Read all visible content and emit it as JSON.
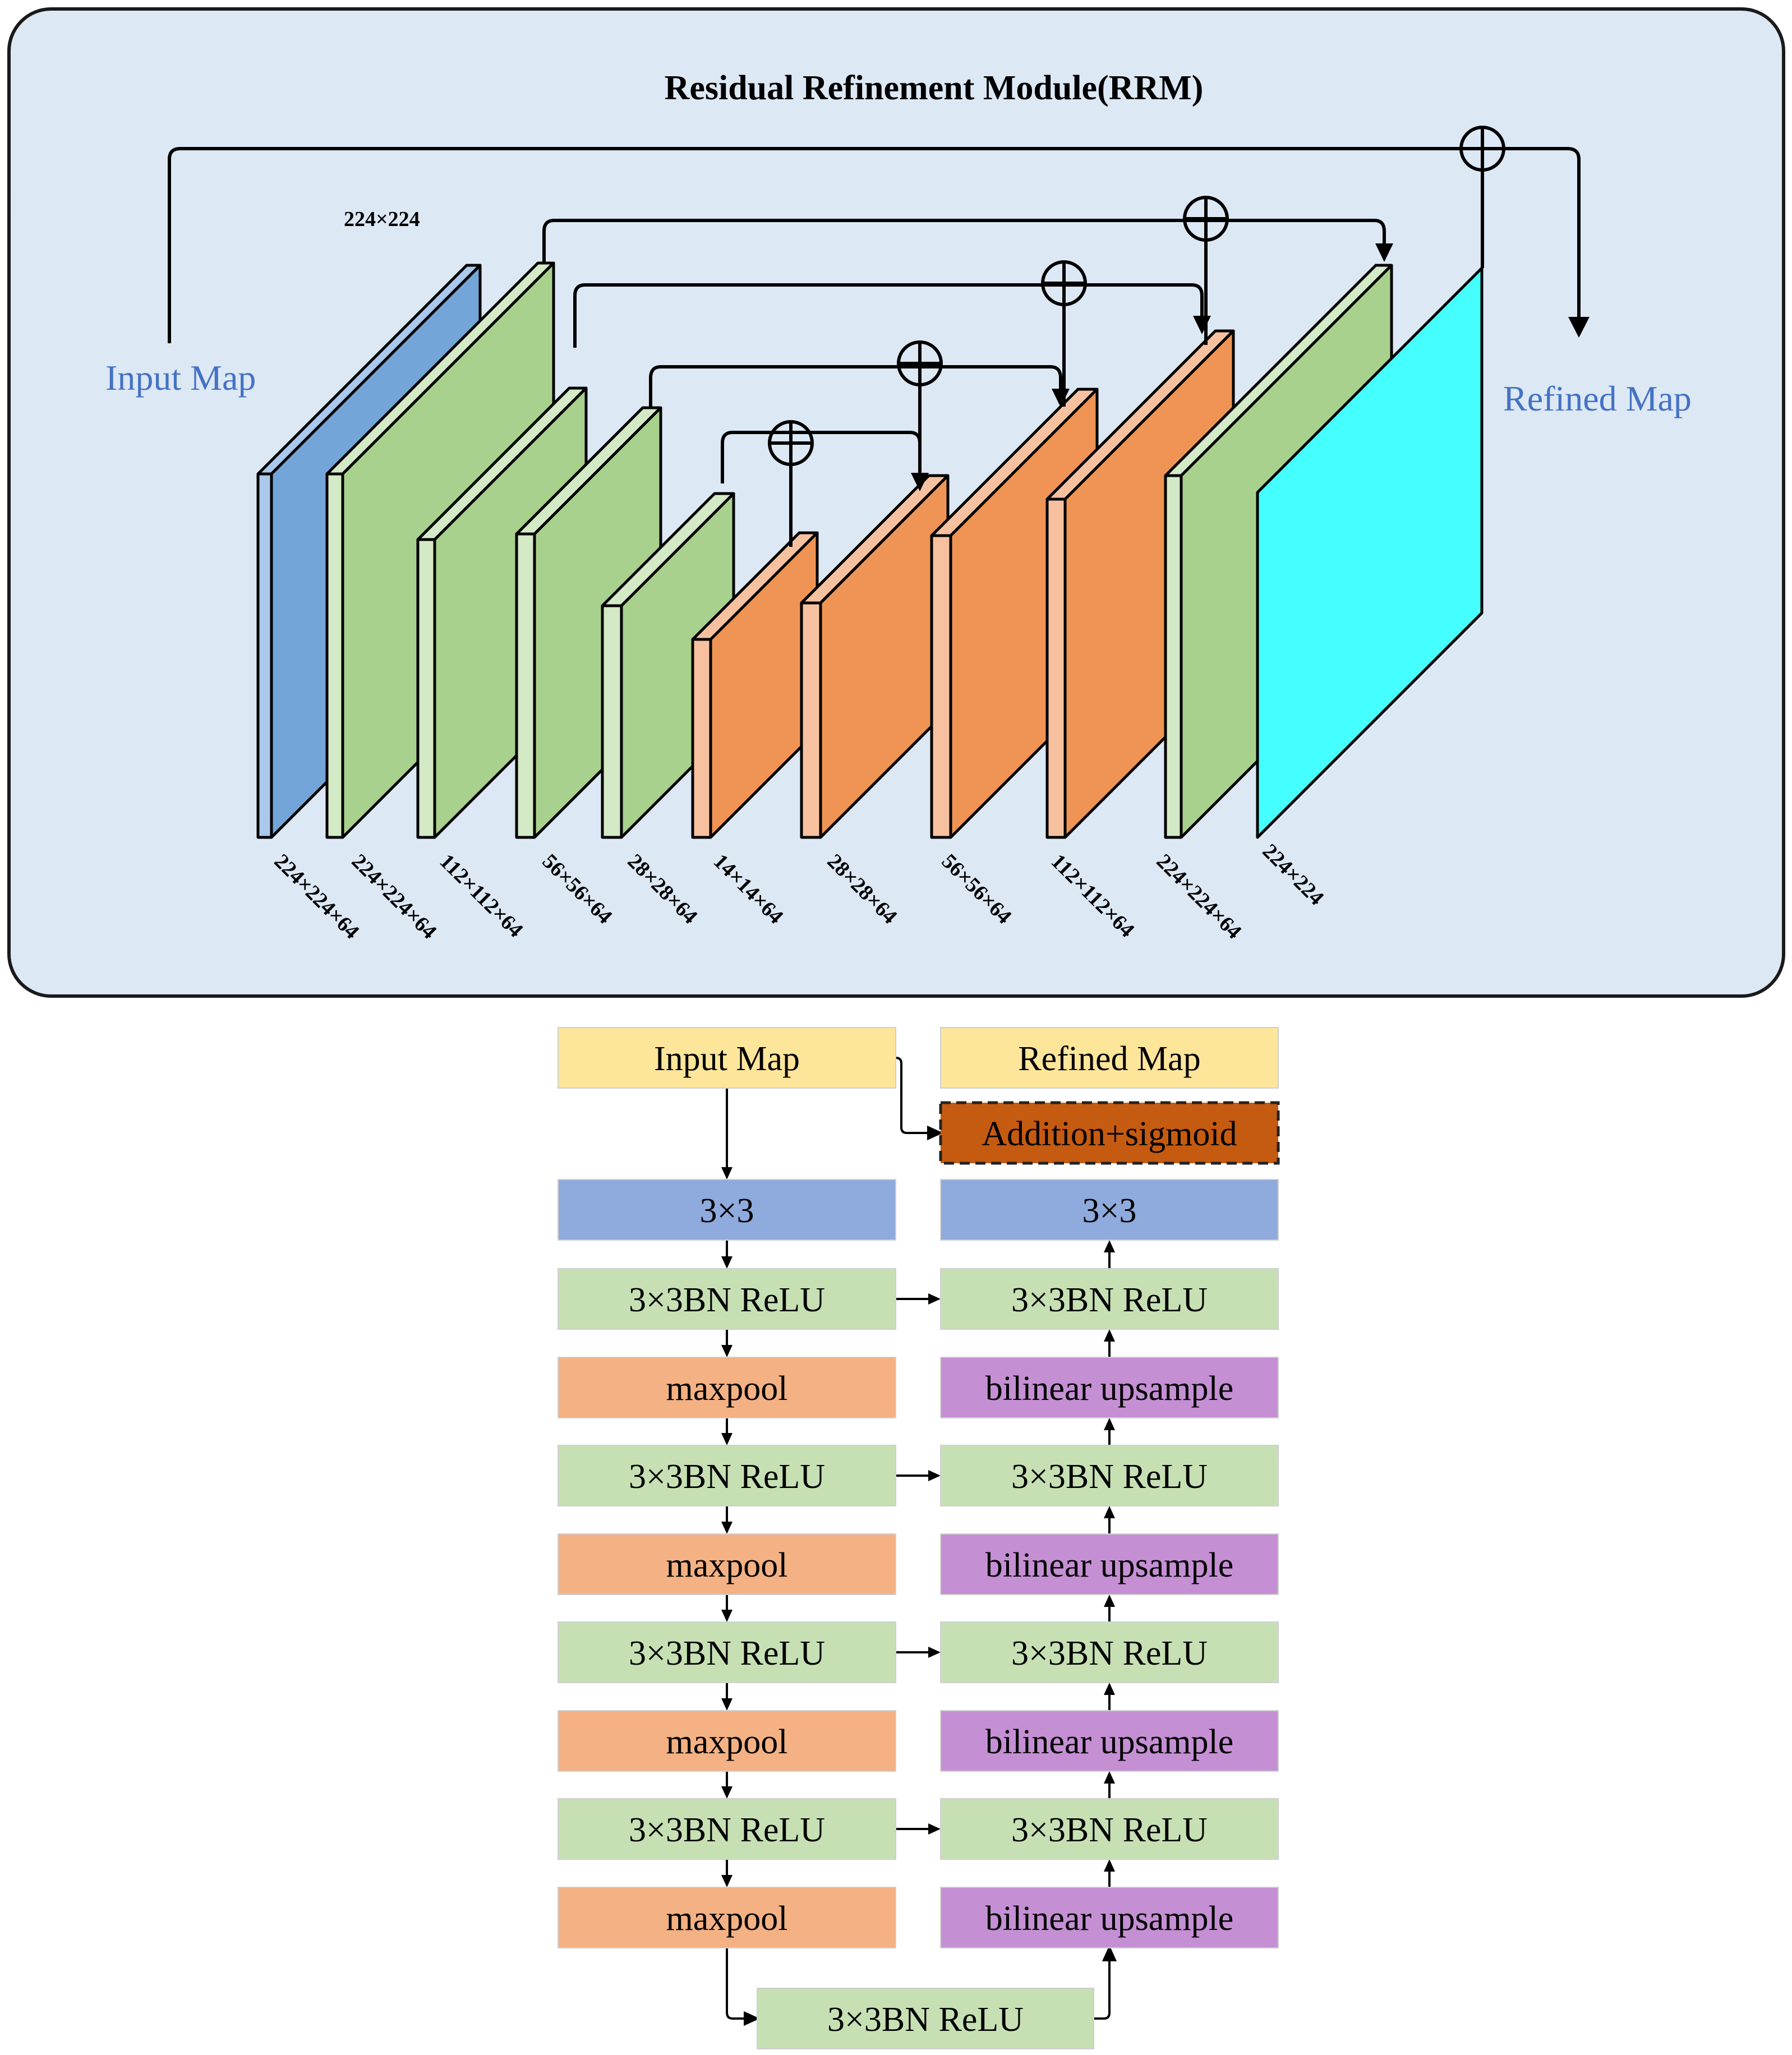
{
  "top_panel": {
    "title": "Residual Refinement Module(RRM)",
    "input_label": "Input Map",
    "output_label": "Refined Map",
    "top_size_label": "224×224",
    "layers": [
      {
        "role": "input",
        "color": "blue",
        "label": "224×224×64"
      },
      {
        "role": "encoder",
        "color": "green",
        "label": "224×224×64"
      },
      {
        "role": "encoder",
        "color": "green",
        "label": "112×112×64"
      },
      {
        "role": "encoder",
        "color": "green",
        "label": "56×56×64"
      },
      {
        "role": "encoder",
        "color": "green",
        "label": "28×28×64"
      },
      {
        "role": "bridge",
        "color": "orange",
        "label": "14×14×64"
      },
      {
        "role": "decoder",
        "color": "orange",
        "label": "28×28×64"
      },
      {
        "role": "decoder",
        "color": "orange",
        "label": "56×56×64"
      },
      {
        "role": "decoder",
        "color": "orange",
        "label": "112×112×64"
      },
      {
        "role": "decoder",
        "color": "green",
        "label": "224×224×64"
      },
      {
        "role": "output",
        "color": "cyan",
        "label": "224×224"
      }
    ]
  },
  "flow": {
    "input_map": "Input Map",
    "refined_map": "Refined Map",
    "addition": "Addition+sigmoid",
    "bottleneck": "3×3BN ReLU",
    "encoder": [
      {
        "label": "3×3",
        "kind": "conv"
      },
      {
        "label": "3×3BN ReLU",
        "kind": "bnrelu"
      },
      {
        "label": "maxpool",
        "kind": "pool"
      },
      {
        "label": "3×3BN ReLU",
        "kind": "bnrelu"
      },
      {
        "label": "maxpool",
        "kind": "pool"
      },
      {
        "label": "3×3BN ReLU",
        "kind": "bnrelu"
      },
      {
        "label": "maxpool",
        "kind": "pool"
      },
      {
        "label": "3×3BN ReLU",
        "kind": "bnrelu"
      },
      {
        "label": "maxpool",
        "kind": "pool"
      }
    ],
    "decoder": [
      {
        "label": "3×3",
        "kind": "conv"
      },
      {
        "label": "3×3BN ReLU",
        "kind": "bnrelu"
      },
      {
        "label": "bilinear upsample",
        "kind": "upsample"
      },
      {
        "label": "3×3BN ReLU",
        "kind": "bnrelu"
      },
      {
        "label": "bilinear upsample",
        "kind": "upsample"
      },
      {
        "label": "3×3BN ReLU",
        "kind": "bnrelu"
      },
      {
        "label": "bilinear upsample",
        "kind": "upsample"
      },
      {
        "label": "3×3BN ReLU",
        "kind": "bnrelu"
      },
      {
        "label": "bilinear upsample",
        "kind": "upsample"
      }
    ]
  },
  "colors": {
    "panel_bg": "#dde8f5",
    "blue_face": "#74a5d8",
    "blue_edge": "#a9c8ea",
    "green_face": "#a8d18d",
    "green_edge": "#d4e9c6",
    "orange_face": "#ef9455",
    "orange_edge": "#f7c1a0",
    "cyan_face": "#45fefe",
    "label_blue": "#4472c4",
    "box_yellow": "#fde59a",
    "box_conv": "#8faadc",
    "box_bnrelu": "#c6e0b4",
    "box_pool": "#f4b183",
    "box_upsample": "#c58fd4",
    "box_addition": "#c55a11"
  }
}
